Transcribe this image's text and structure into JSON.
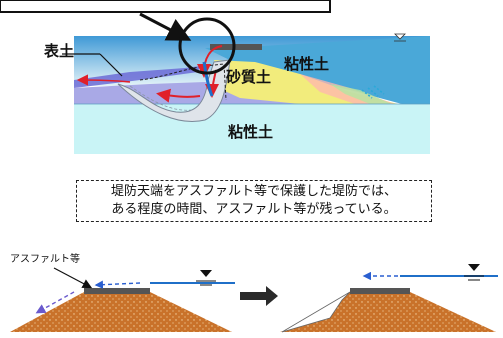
{
  "top_diagram": {
    "labels": {
      "topsoil": "表土",
      "sandy_soil": "砂質土",
      "clay_upper": "粘性土",
      "clay_lower": "粘性土"
    }
  },
  "caption": {
    "line1": "堤防天端をアスファルト等で保護した堤防では、",
    "line2": "ある程度の時間、アスファルト等が残っている。"
  },
  "bottom_diagram": {
    "asphalt_label": "アスファルト等"
  },
  "colors": {
    "clay_blue": "#4aa8d8",
    "sky_band": "#c8e6f2",
    "lower_clay": "#c9f4f6",
    "sand_yellow": "#f2ec7c",
    "fill_orange": "#c9722a",
    "water_blue": "#1f6fc8",
    "flow_red": "#e0202a"
  }
}
